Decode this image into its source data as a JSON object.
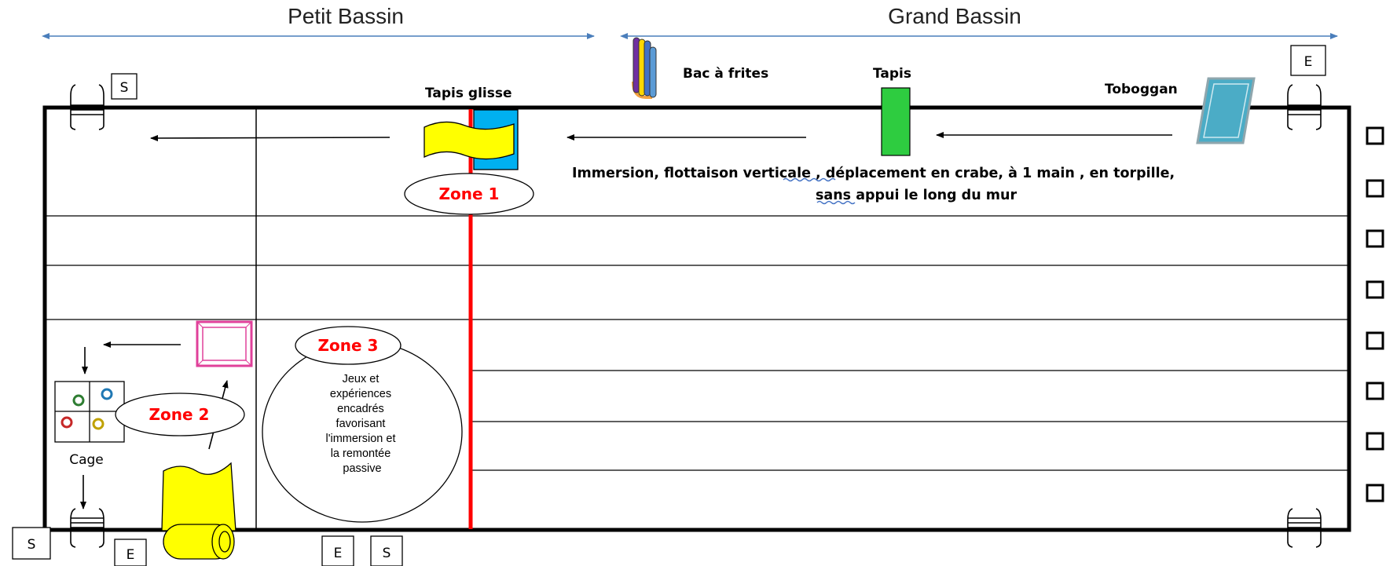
{
  "header": {
    "petit_bassin": "Petit Bassin",
    "grand_bassin": "Grand Bassin"
  },
  "markers": {
    "entry": "E",
    "exit": "S"
  },
  "equipment": {
    "bac_a_frites": "Bac à frites",
    "tapis": "Tapis",
    "tapis_glisse": "Tapis glisse",
    "toboggan": "Toboggan",
    "cage": "Cage"
  },
  "zones": {
    "zone1": "Zone 1",
    "zone2": "Zone 2",
    "zone3": "Zone 3"
  },
  "zone1_text": {
    "line1_a": "Immersion, flottaison ",
    "line1_b": "verticale",
    "line1_c": " , déplacement en crabe, à 1 main , en torpille,",
    "line2_a": "sans",
    "line2_b": " appui  le long du mur"
  },
  "zone3_text": [
    "Jeux et",
    "expériences",
    "encadrés",
    "favorisant",
    "l'immersion et",
    "la remontée",
    "passive"
  ],
  "colors": {
    "pool_border": "#000000",
    "zone_divider": "#ff0000",
    "zone_label": "#ff0000",
    "arrow_blue": "#4a7ebb",
    "tapis_green": "#2ecc40",
    "tapis_glisse_yellow": "#ffff00",
    "tapis_glisse_blue": "#00b0f0",
    "toboggan_blue": "#4bacc6",
    "cage_frame_pink": "#e0409a",
    "spellcheck_underline": "#4472c4"
  },
  "icons": {
    "ladder": "ladder-icon",
    "pool_noodles": "pool-noodles-icon",
    "rolled_mat": "rolled-mat-icon",
    "slide": "slide-icon",
    "hoop_frame": "hoop-frame-icon",
    "lane_checkbox": "checkbox-icon"
  }
}
